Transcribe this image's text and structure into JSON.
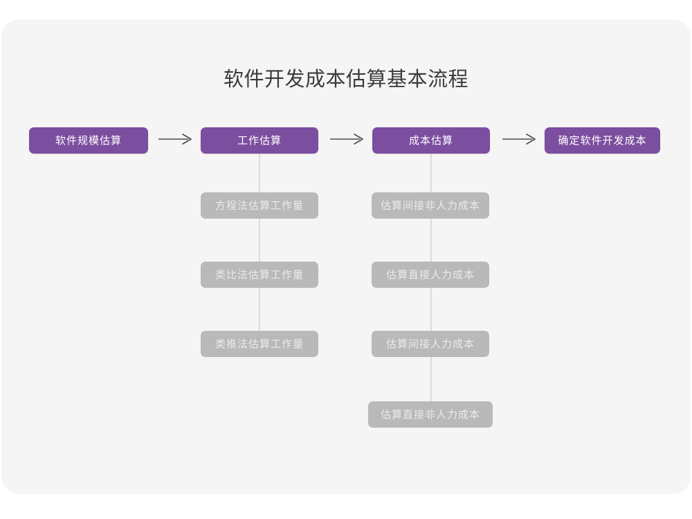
{
  "diagram": {
    "title": "软件开发成本估算基本流程",
    "background_color": "#f5f5f5",
    "page_color": "#ffffff",
    "primary_color": "#7b4e9f",
    "secondary_color": "#b9b9b9",
    "title_color": "#3b3b3b",
    "connector_color": "#dcdcdc",
    "arrow_color": "#4a4a4a",
    "main_flow": [
      {
        "id": "step-1",
        "label": "软件规模估算"
      },
      {
        "id": "step-2",
        "label": "工作估算"
      },
      {
        "id": "step-3",
        "label": "成本估算"
      },
      {
        "id": "step-4",
        "label": "确定软件开发成本"
      }
    ],
    "arrows": [
      {
        "id": "arrow-1",
        "glyph": "arrow-right-icon",
        "from": "step-1",
        "to": "step-2"
      },
      {
        "id": "arrow-2",
        "glyph": "arrow-right-icon",
        "from": "step-2",
        "to": "step-3"
      },
      {
        "id": "arrow-3",
        "glyph": "arrow-right-icon",
        "from": "step-3",
        "to": "step-4"
      }
    ],
    "branches": [
      {
        "parent": "step-2",
        "parent_label": "工作估算",
        "children": [
          {
            "id": "work-1",
            "label": "方程法估算工作量"
          },
          {
            "id": "work-2",
            "label": "类比法估算工作量"
          },
          {
            "id": "work-3",
            "label": "类推法估算工作量"
          }
        ]
      },
      {
        "parent": "step-3",
        "parent_label": "成本估算",
        "children": [
          {
            "id": "cost-1",
            "label": "估算间接非人力成本"
          },
          {
            "id": "cost-2",
            "label": "估算直接人力成本"
          },
          {
            "id": "cost-3",
            "label": "估算间接人力成本"
          },
          {
            "id": "cost-4",
            "label": "估算直接非人力成本"
          }
        ]
      }
    ]
  }
}
